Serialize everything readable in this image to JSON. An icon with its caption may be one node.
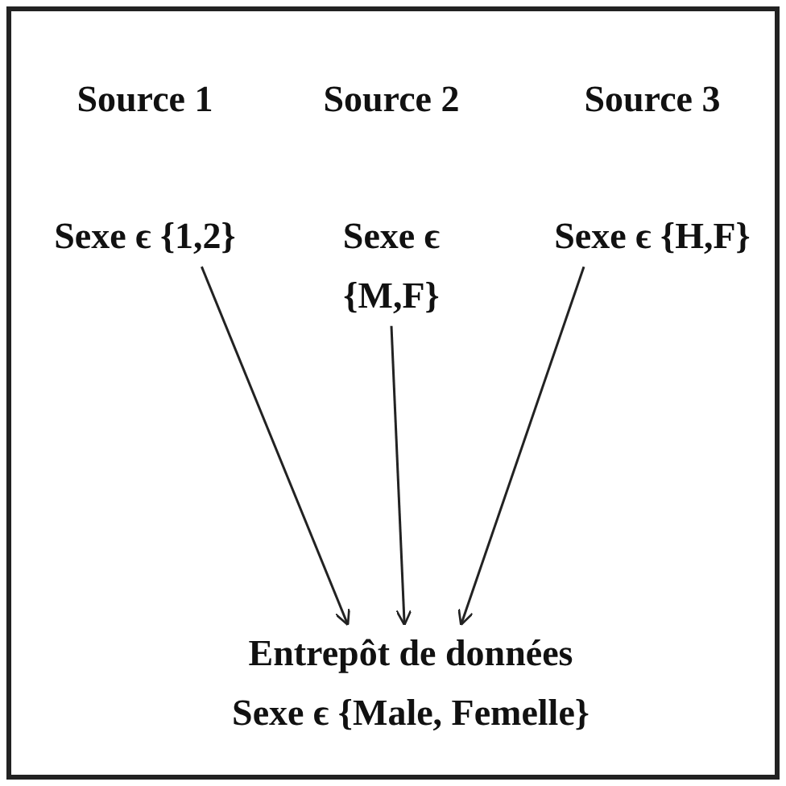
{
  "diagram": {
    "nodes": [
      {
        "text": [
          "Source 1",
          "Sexe ϵ {1,2}"
        ]
      },
      {
        "text": [
          "Source 2",
          "Sexe ϵ {M,F}"
        ]
      },
      {
        "text": [
          "Source 3",
          "Sexe ϵ {H,F}"
        ]
      },
      {
        "text": [
          "Entrepôt de données",
          "Sexe ϵ {Male, Femelle}"
        ]
      }
    ],
    "edges": [
      {
        "from": 0,
        "to": 3,
        "arrow": "to"
      },
      {
        "from": 1,
        "to": 3,
        "arrow": "to"
      },
      {
        "from": 2,
        "to": 3,
        "arrow": "to"
      }
    ]
  }
}
